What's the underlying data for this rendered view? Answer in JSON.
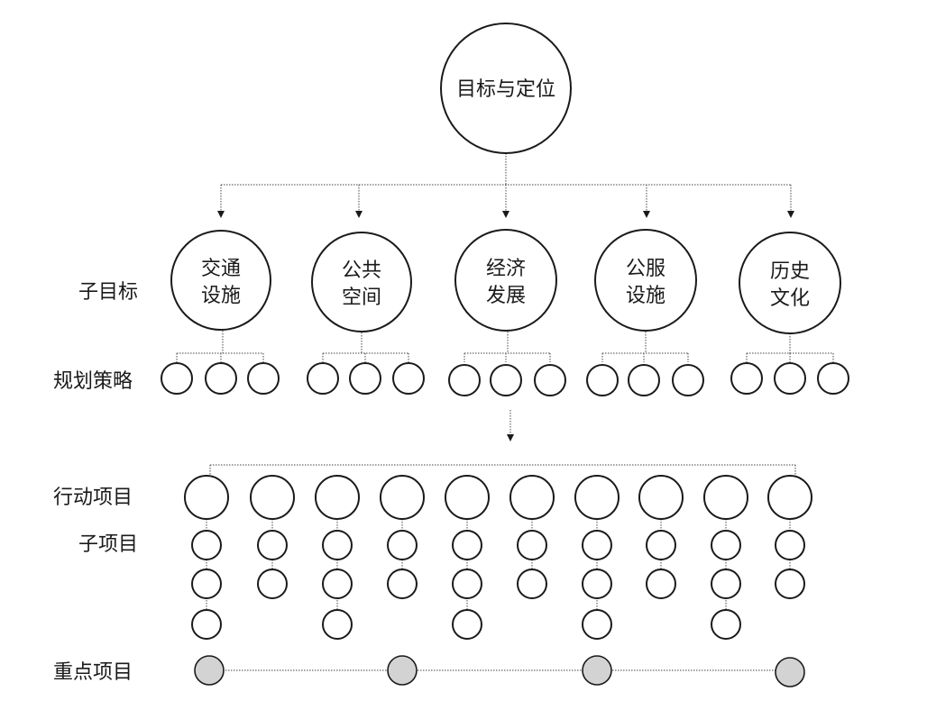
{
  "root": {
    "label": "目标与定位"
  },
  "row_labels": {
    "sub_goals": "子目标",
    "strategies": "规划策略",
    "actions": "行动项目",
    "sub_items": "子项目",
    "key_items": "重点项目"
  },
  "sub_goals": [
    {
      "line1": "交通",
      "line2": "设施"
    },
    {
      "line1": "公共",
      "line2": "空间"
    },
    {
      "line1": "经济",
      "line2": "发展"
    },
    {
      "line1": "公服",
      "line2": "设施"
    },
    {
      "line1": "历史",
      "line2": "文化"
    }
  ],
  "strategies_per_goal": 3,
  "action_count": 10,
  "sub_item_depth": [
    3,
    2,
    3,
    2,
    3,
    2,
    3,
    2,
    3,
    2
  ],
  "key_item_count": 4,
  "colors": {
    "stroke": "#1a1a1a",
    "key_fill": "#d3d3d3"
  }
}
